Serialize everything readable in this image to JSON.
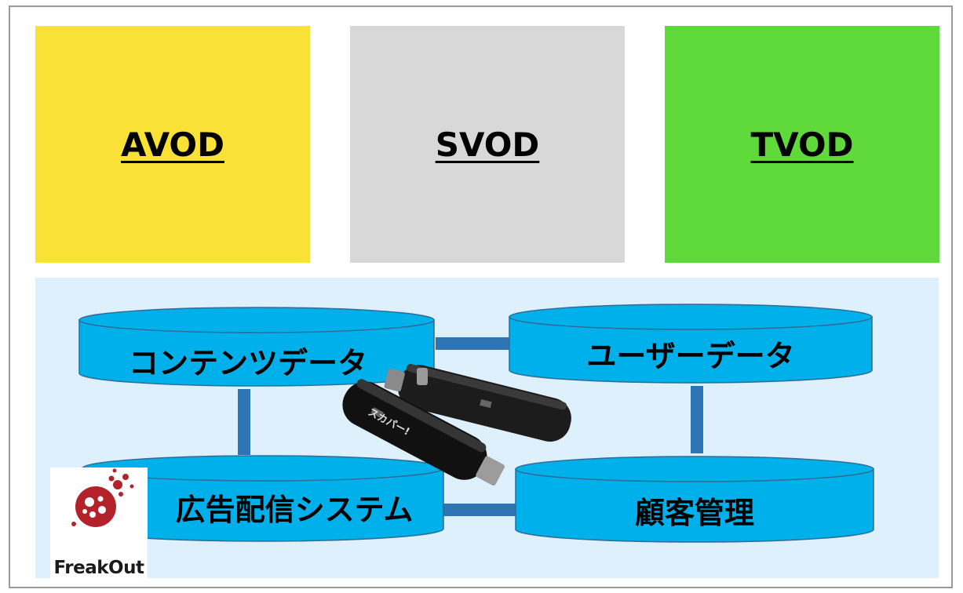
{
  "boxes": [
    {
      "label": "AVOD",
      "color": "#fae135"
    },
    {
      "label": "SVOD",
      "color": "#d9d8d8"
    },
    {
      "label": "TVOD",
      "color": "#60da3a"
    }
  ],
  "cylinders": {
    "content": "コンテンツデータ",
    "user": "ユーザーデータ",
    "ad": "広告配信システム",
    "customer": "顧客管理"
  },
  "device": {
    "brand": "スカパー!"
  },
  "logo": {
    "text": "FreakOut",
    "color": "#b3212a"
  },
  "colors": {
    "cylinder": "#00b0ea",
    "cylinder_outline": "#2e6b95",
    "connector": "#2e75b6",
    "panel": "#ddf0fb"
  }
}
